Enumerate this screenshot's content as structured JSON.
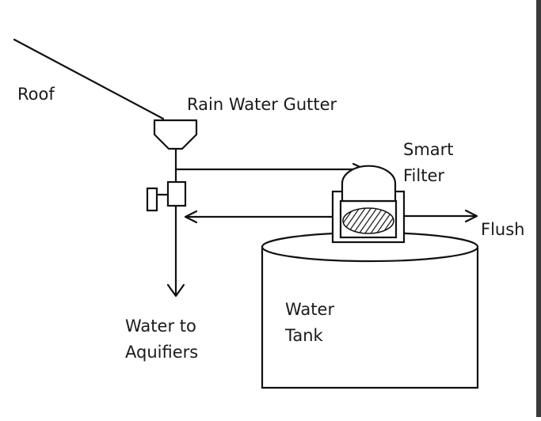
{
  "labels": {
    "roof": "Roof",
    "gutter": "Rain Water Gutter",
    "smart_filter_line1": "Smart",
    "smart_filter_line2": "Filter",
    "flush": "Flush",
    "water_to_line1": "Water to",
    "water_to_line2": "Aquifiers",
    "tank_line1": "Water",
    "tank_line2": "Tank"
  }
}
